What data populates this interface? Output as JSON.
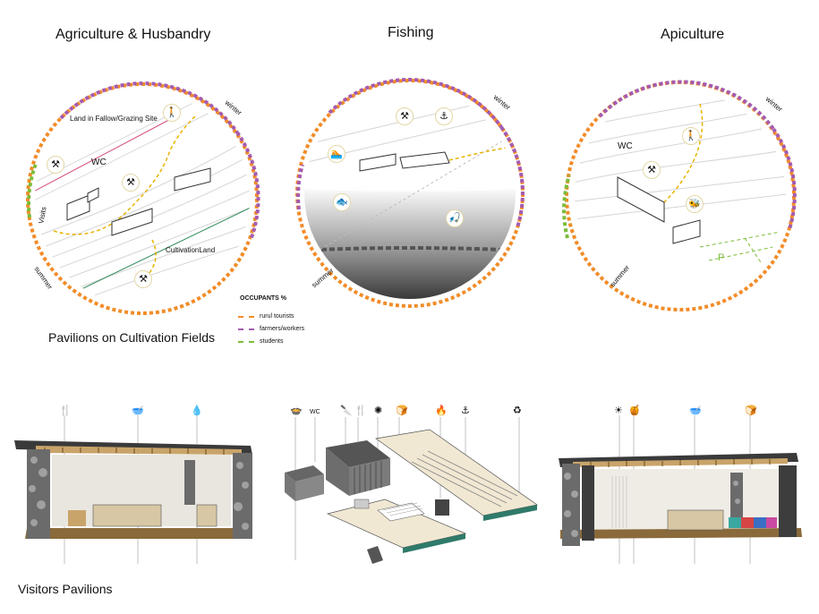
{
  "titles": {
    "agriculture": "Agriculture & Husbandry",
    "fishing": "Fishing",
    "apiculture": "Apiculture"
  },
  "circle_labels": {
    "winter": "winter",
    "summer": "summer",
    "visits": "Visits"
  },
  "agri_labels": {
    "fallow": "Land in Fallow/Grazing Site",
    "cultivation": "CultivationLand",
    "wc": "WC"
  },
  "apic_labels": {
    "wc": "WC",
    "parking": "P"
  },
  "legend": {
    "title": "OCCUPANTS %",
    "items": [
      {
        "label": "rurul tourists",
        "color": "#f28c28"
      },
      {
        "label": "farmers/workers",
        "color": "#a45bb0"
      },
      {
        "label": "students",
        "color": "#7bbd3a"
      }
    ]
  },
  "sections": {
    "cultivation": "Pavilions on Cultivation Fields",
    "visitors": "Visitors Pavilions"
  },
  "pavilion_icons": {
    "wc": "WC"
  },
  "colors": {
    "summer": "#f28c28",
    "winter": "#a45bb0",
    "students": "#7bbd3a",
    "accent": "#e8b200",
    "stone": "#6b6b6b",
    "wood": "#c9a46a"
  },
  "icons": [
    "tools-icon",
    "hiker-icon",
    "anchor-icon",
    "swimmer-icon",
    "fish-icon",
    "bee-hive-icon",
    "cutlery-icon",
    "bowl-icon",
    "drop-icon",
    "recycle-icon",
    "fire-icon"
  ]
}
